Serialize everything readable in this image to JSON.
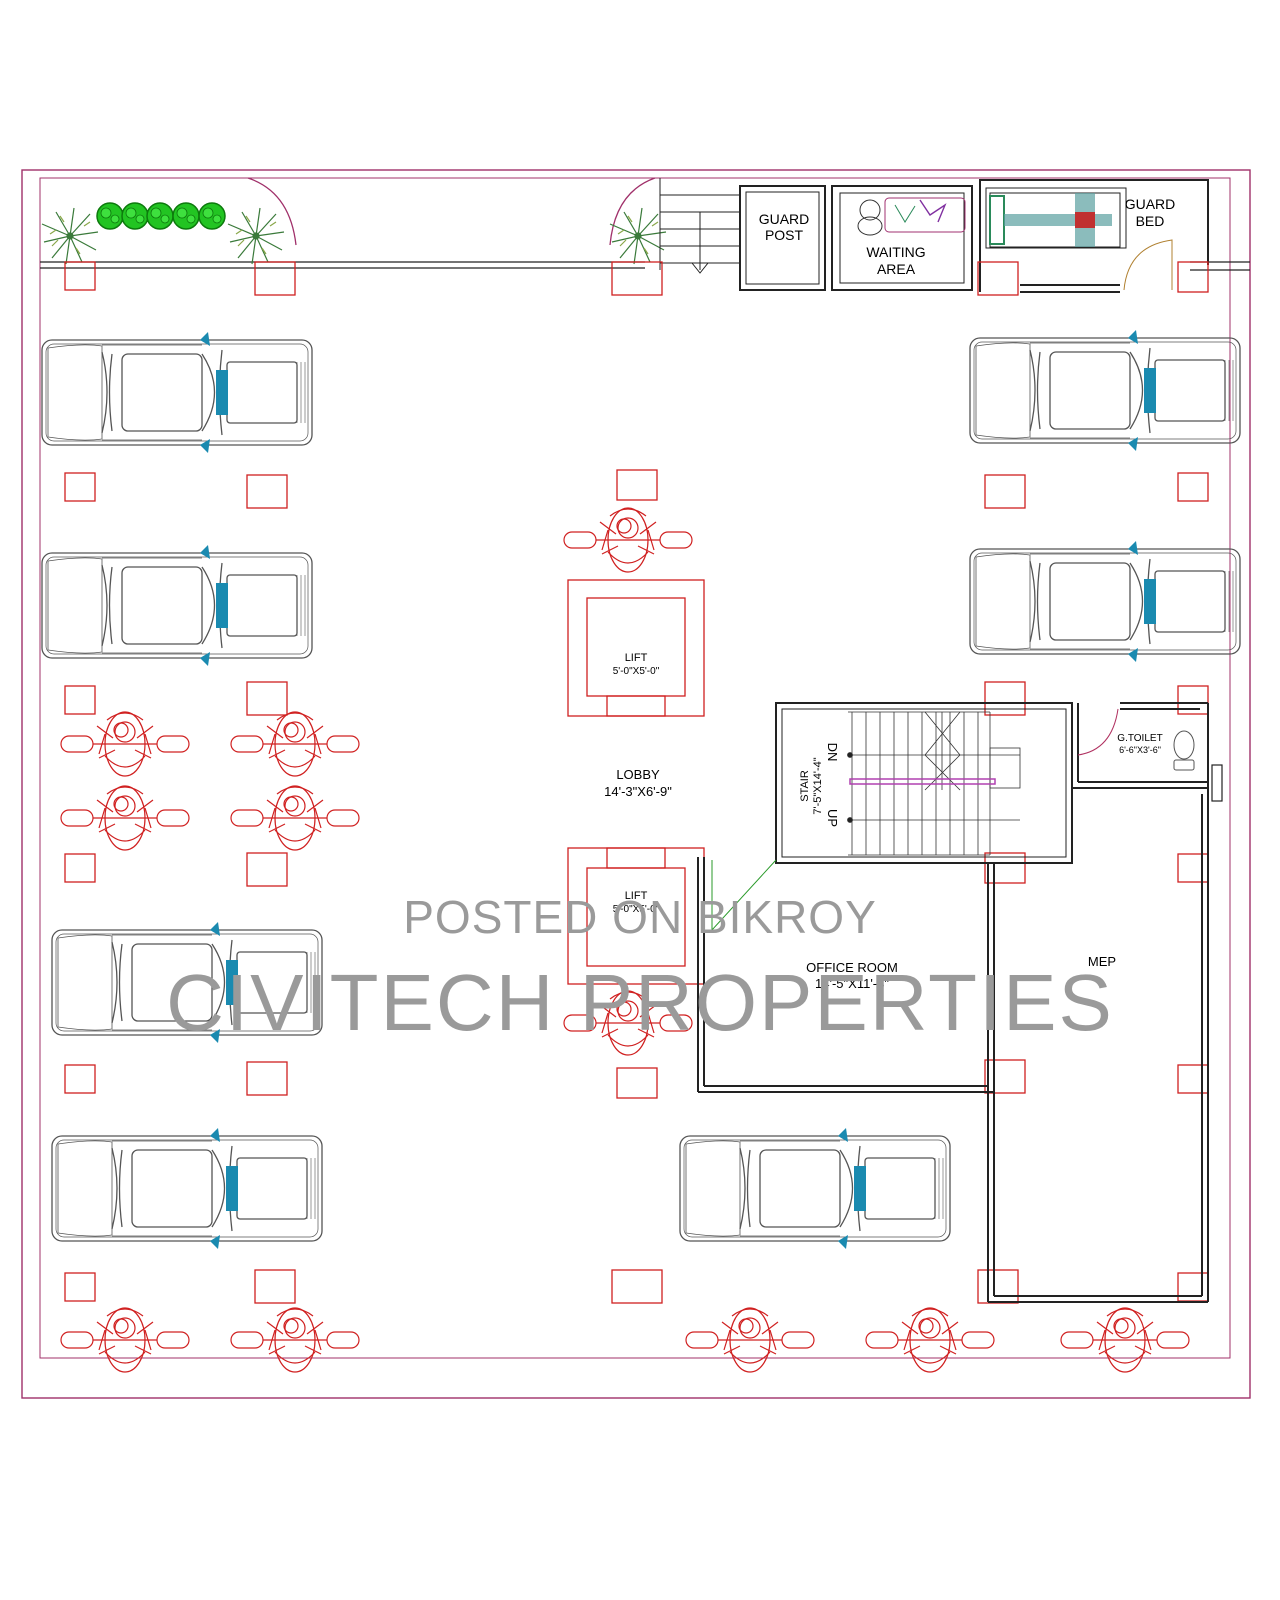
{
  "labels": {
    "guard_post": [
      "GUARD",
      "POST"
    ],
    "waiting_area": [
      "WAITING",
      "AREA"
    ],
    "guard_bed": [
      "GUARD",
      "BED"
    ],
    "lift_top": [
      "LIFT",
      "5'-0\"X5'-0\""
    ],
    "lift_bottom": [
      "LIFT",
      "5'-0\"X5'-0\""
    ],
    "lobby": [
      "LOBBY",
      "14'-3\"X6'-9\""
    ],
    "stair": [
      "STAIR",
      "7'-5\"X14'-4\""
    ],
    "stair_dn": "DN",
    "stair_up": "UP",
    "toilet": [
      "G.TOILET",
      "6'-6\"X3'-6\""
    ],
    "office_room": [
      "OFFICE ROOM",
      "14'-5\"X11'-3\""
    ],
    "mep": "MEP"
  },
  "watermark": {
    "line1": "POSTED ON BIKROY",
    "line2": "CIVITECH PROPERTIES"
  },
  "colors": {
    "boundary": "#a0306a",
    "column": "#d02020",
    "wall": "#222222",
    "car": "#555555",
    "car_accent": "#1a8ab0",
    "bike": "#d02020",
    "plant": "#1a9a1a",
    "watermark": "#9a9a9a"
  },
  "icons": {
    "car": "car-top-view-icon",
    "motorbike": "motorbike-top-view-icon",
    "plant": "plant-icon",
    "toilet": "toilet-icon"
  }
}
